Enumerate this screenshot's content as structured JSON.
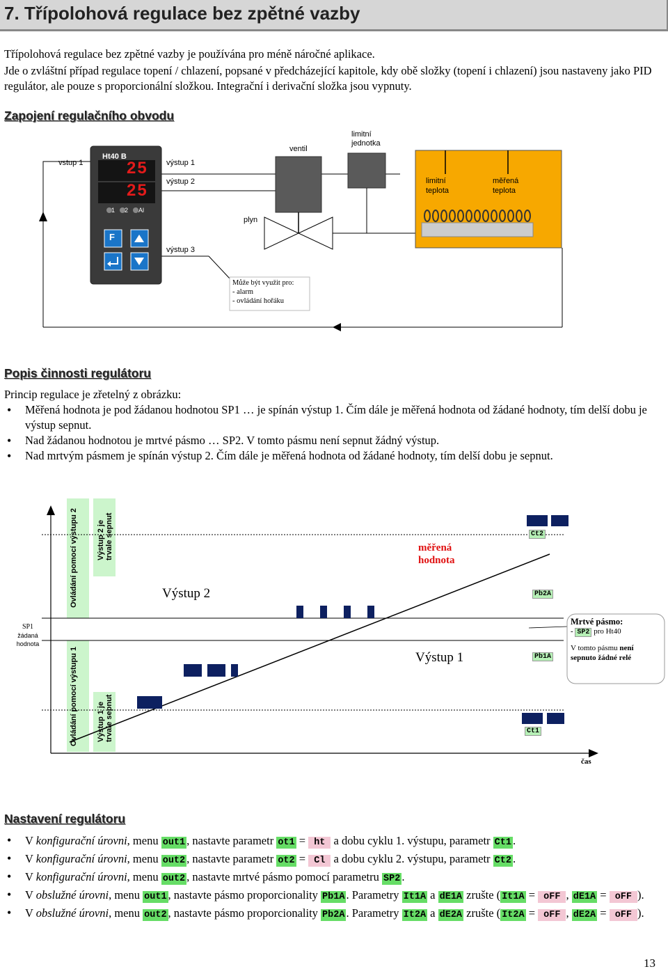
{
  "title": "7.   Třípolohová regulace bez zpětné vazby",
  "intro": {
    "line1": "Třípolohová regulace bez zpětné vazby je používána pro méně náročné aplikace.",
    "line2": "Jde o zvláštní případ regulace topení / chlazení, popsané v předcházející kapitole, kdy obě složky (topení i chlazení) jsou nastaveny jako PID regulátor, ale pouze s proporcionální složkou. Integrační i derivační složka jsou vypnuty."
  },
  "section1": {
    "heading": "Zapojení regulačního obvodu",
    "device_name": "Ht40 B",
    "display_top": "25",
    "display_bottom": "25",
    "led1": "1",
    "led2": "2",
    "led3": "Al",
    "key_f": "F",
    "vstup1": "vstup 1",
    "vystup1": "výstup 1",
    "vystup2": "výstup 2",
    "vystup3": "výstup 3",
    "ventil": "ventil",
    "limit_unit1": "limitní",
    "limit_unit2": "jednotka",
    "limit_temp1": "limitní",
    "limit_temp2": "teplota",
    "meas_temp1": "měřená",
    "meas_temp2": "teplota",
    "plyn": "plyn",
    "note1": "Může být využit pro:",
    "note2": "- alarm",
    "note3": "- ovládání hořáku"
  },
  "section2": {
    "heading": "Popis činnosti regulátoru",
    "principle": "Princip regulace je zřetelný z obrázku:",
    "bullets": [
      "Měřená hodnota je pod žádanou hodnotou SP1 … je spínán výstup 1. Čím dále je měřená hodnota od žádané hodnoty, tím delší dobu je výstup sepnut.",
      "Nad žádanou hodnotou je mrtvé pásmo … SP2. V tomto pásmu není sepnut žádný výstup.",
      "Nad mrtvým pásmem je spínán výstup 2. Čím dále je měřená hodnota od žádané hodnoty, tím delší dobu je sepnut."
    ]
  },
  "graph": {
    "band_top_left": "Ovládání pomocí výstupu 2",
    "band_top_right1": "Výstup 2 je",
    "band_top_right2": "trvale sepnut",
    "band_bot_left": "Ovládání pomocí výstupu 1",
    "band_bot_right1": "Výstup 1 je",
    "band_bot_right2": "trvale sepnut",
    "sp1_1": "SP1",
    "sp1_2": "žádaná",
    "sp1_3": "hodnota",
    "out2_label": "Výstup 2",
    "out1_label": "Výstup 1",
    "measured1": "měřená",
    "measured2": "hodnota",
    "ct2": "Ct2",
    "pb2a": "Pb2A",
    "pb1a": "Pb1A",
    "ct1": "Ct1",
    "dead_title": "Mrtvé pásmo:",
    "dead_dash": "- ",
    "dead_sp2": "SP2",
    "dead_for": " pro Ht40",
    "dead_note_a": "V tomto pásmu ",
    "dead_note_b": "není",
    "dead_note_c": "sepnuto žádné relé",
    "time": "čas"
  },
  "section3": {
    "heading": "Nastavení regulátoru",
    "b1": {
      "a": "V ",
      "b": "konfigurační úrovni",
      "c": ", menu ",
      "m": "out1",
      "d": ", nastavte parametr ",
      "p": "ot1",
      "e": " = ",
      "v": "ht",
      "f": " a dobu cyklu 1. výstupu, parametr ",
      "q": "Ct1",
      "g": "."
    },
    "b2": {
      "a": "V ",
      "b": "konfigurační úrovni",
      "c": ", menu ",
      "m": "out2",
      "d": ", nastavte parametr ",
      "p": "ot2",
      "e": " = ",
      "v": "Cl",
      "f": " a dobu cyklu 2. výstupu, parametr ",
      "q": "Ct2",
      "g": "."
    },
    "b3": {
      "a": "V ",
      "b": "konfigurační úrovni",
      "c": ", menu ",
      "m": "out2",
      "d": ", nastavte mrtvé pásmo pomocí parametru ",
      "p": "SP2",
      "e": "."
    },
    "b4": {
      "a": "V ",
      "b": "obslužné úrovni",
      "c": ", menu ",
      "m": "out1",
      "d": ", nastavte pásmo proporcionality ",
      "p": "Pb1A",
      "e": ". Parametry ",
      "q": "It1A",
      "f": " a ",
      "r": "dE1A",
      "g": " zrušte (",
      "s": "It1A",
      "h": " = ",
      "v1": "oFF",
      "i": ", ",
      "t": "dE1A",
      "j": " = ",
      "v2": "oFF",
      "k": ")."
    },
    "b5": {
      "a": "V ",
      "b": "obslužné úrovni",
      "c": ", menu ",
      "m": "out2",
      "d": ", nastavte pásmo proporcionality ",
      "p": "Pb2A",
      "e": ". Parametry ",
      "q": "It2A",
      "f": " a ",
      "r": "dE2A",
      "g": " zrušte (",
      "s": "It2A",
      "h": " = ",
      "v1": "oFF",
      "i": ", ",
      "t": "dE2A",
      "j": " = ",
      "v2": "oFF",
      "k": ")."
    }
  },
  "page_number": "13",
  "colors": {
    "header_bg": "#d6d6d6",
    "code_green": "#66dd66",
    "code_pink": "#f3c7d4",
    "furnace": "#f7a800",
    "panel": "#3a3a3a",
    "band_green": "#ccf5cc",
    "pulse_navy": "#0d2060"
  }
}
